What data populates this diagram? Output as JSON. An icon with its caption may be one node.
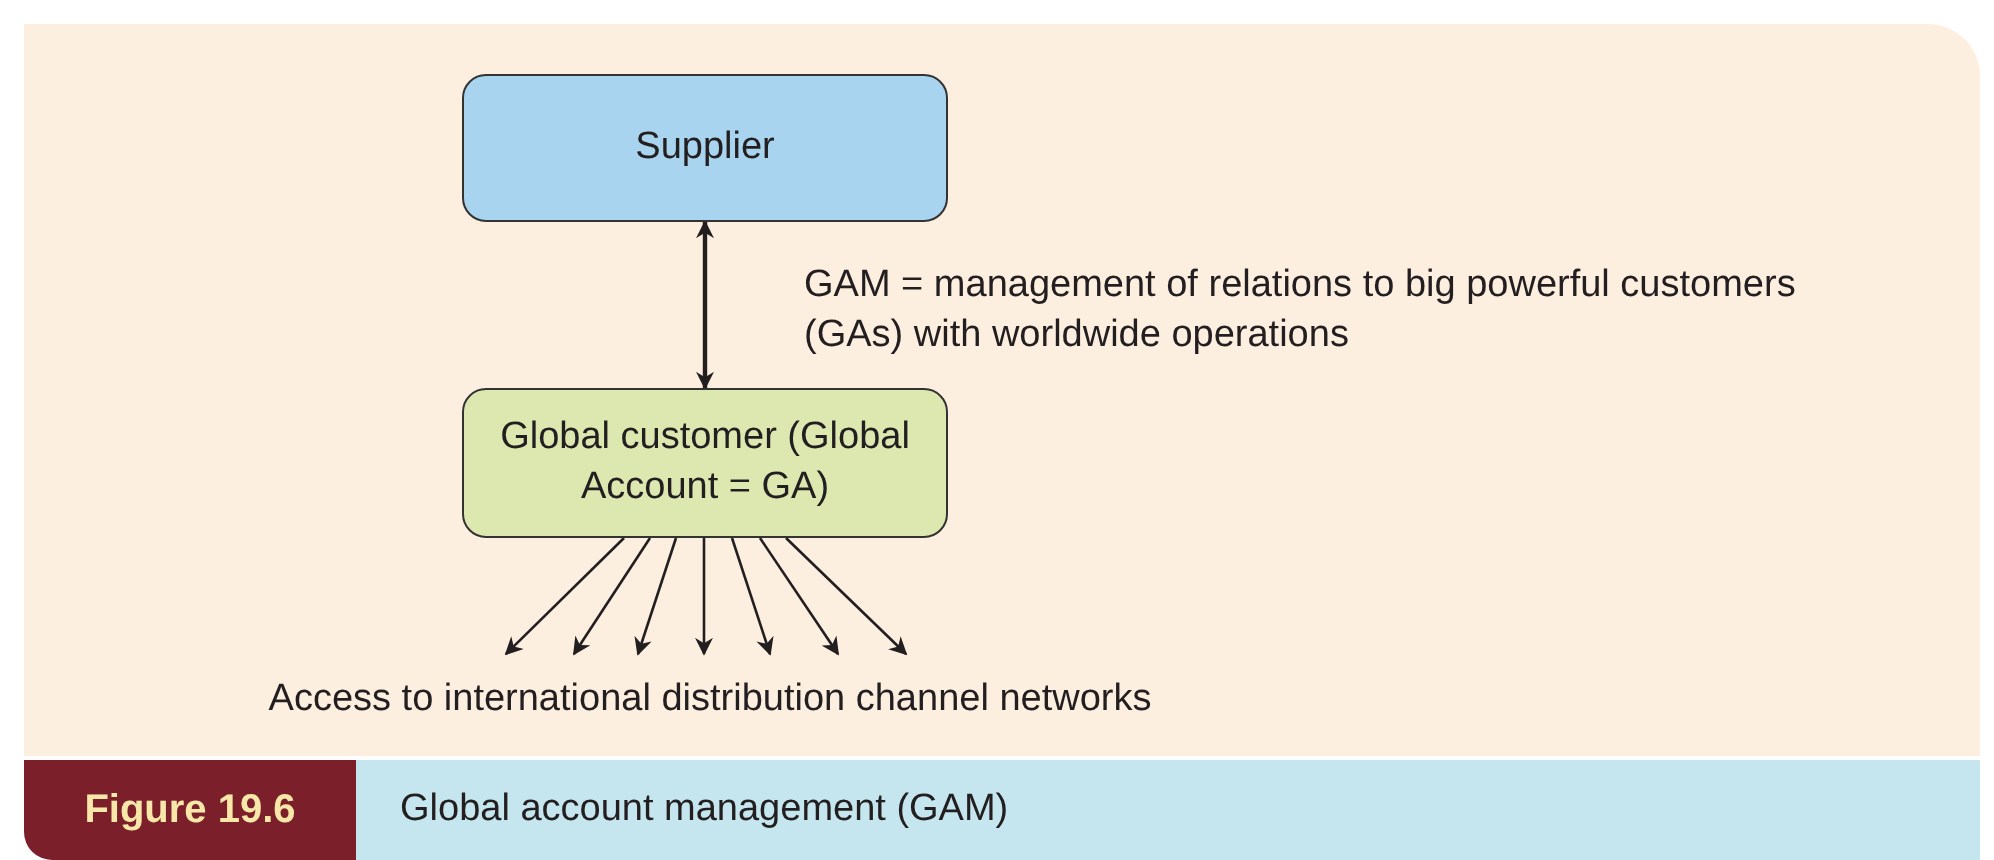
{
  "diagram": {
    "caption": "Global account management (GAM)",
    "nodes": [
      {
        "text": [
          "Supplier"
        ]
      },
      {
        "text": [
          "Global customer (Global Account = GA)"
        ]
      },
      {
        "text": [
          "Access to international distribution channel networks"
        ]
      }
    ],
    "edges": [
      {
        "from": 0,
        "to": 1,
        "arrow": "both",
        "label": "GAM = management of relations to big powerful customers (GAs) with worldwide operations"
      },
      {
        "from": 1,
        "to": 2,
        "arrow": "to"
      },
      {
        "from": 1,
        "to": 2,
        "arrow": "to"
      },
      {
        "from": 1,
        "to": 2,
        "arrow": "to"
      },
      {
        "from": 1,
        "to": 2,
        "arrow": "to"
      },
      {
        "from": 1,
        "to": 2,
        "arrow": "to"
      },
      {
        "from": 1,
        "to": 2,
        "arrow": "to"
      },
      {
        "from": 1,
        "to": 2,
        "arrow": "to"
      }
    ],
    "labels": [
      "Figure 19.6"
    ]
  }
}
